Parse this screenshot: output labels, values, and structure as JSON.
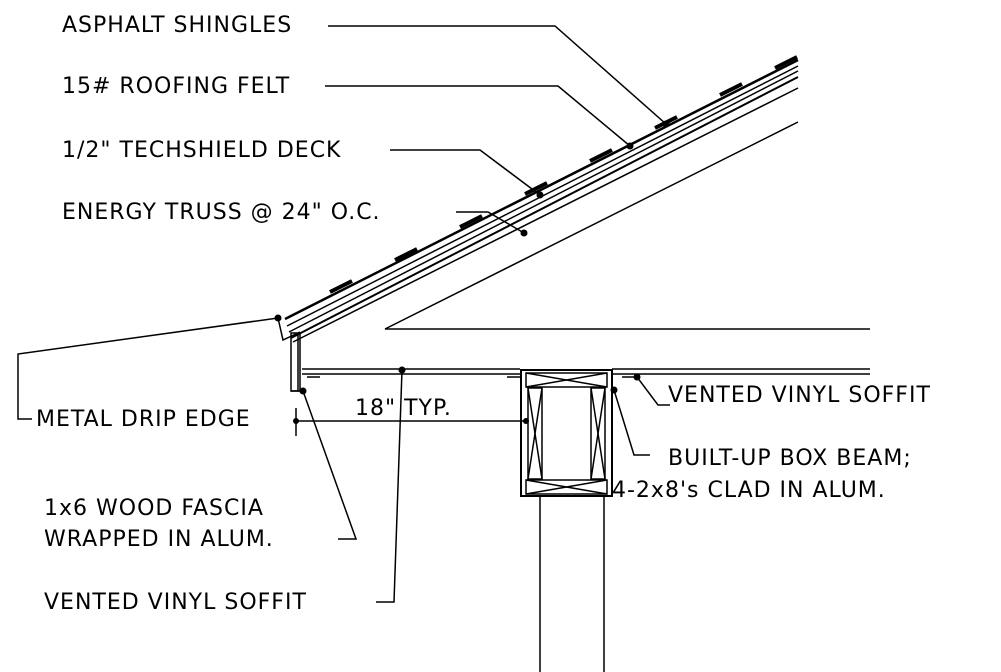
{
  "labels": {
    "asphalt_shingles": "ASPHALT SHINGLES",
    "roofing_felt": "15# ROOFING FELT",
    "techshield_deck": "1/2\" TECHSHIELD DECK",
    "energy_truss": "ENERGY TRUSS @ 24\" O.C.",
    "metal_drip_edge": "METAL DRIP EDGE",
    "dimension": "18\" TYP.",
    "soffit_right": "VENTED VINYL SOFFIT",
    "box_beam_line1": "BUILT-UP BOX BEAM;",
    "box_beam_line2": "4-2x8's CLAD IN ALUM.",
    "fascia_line1": "1x6 WOOD FASCIA",
    "fascia_line2": "WRAPPED IN ALUM.",
    "soffit_bottom": "VENTED VINYL SOFFIT"
  },
  "colors": {
    "ink": "#000000",
    "paper": "#ffffff"
  }
}
